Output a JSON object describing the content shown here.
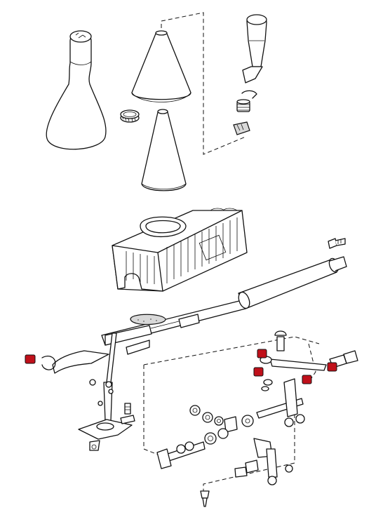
{
  "diagram": {
    "highlight_color": "#c0101a",
    "line_color": "#111111",
    "background": "#ffffff",
    "parts": [
      {
        "id": "shift-knob-boot-large",
        "icon": "gear-knob-boot"
      },
      {
        "id": "shift-boot-upper-cone",
        "icon": "cone"
      },
      {
        "id": "boot-retaining-ring",
        "icon": "ring"
      },
      {
        "id": "shift-boot-lower-cone",
        "icon": "cone"
      },
      {
        "id": "shift-lever-handle",
        "icon": "lever-handle"
      },
      {
        "id": "retaining-clip",
        "icon": "clip"
      },
      {
        "id": "threaded-insert",
        "icon": "insert"
      },
      {
        "id": "bushing",
        "icon": "bushing"
      },
      {
        "id": "shift-lever-housing",
        "icon": "ribbed-housing"
      },
      {
        "id": "shift-rod",
        "icon": "rod"
      },
      {
        "id": "gasket",
        "icon": "gasket"
      },
      {
        "id": "lever-assembly",
        "icon": "lever"
      },
      {
        "id": "base-plate",
        "icon": "plate"
      },
      {
        "id": "highlighted-bushings",
        "icon": "bushing",
        "highlighted": true,
        "count": 5
      },
      {
        "id": "linkage-rod",
        "icon": "rod"
      },
      {
        "id": "selector-shaft",
        "icon": "shaft"
      },
      {
        "id": "bolts-and-washers",
        "icon": "bolt"
      }
    ]
  }
}
